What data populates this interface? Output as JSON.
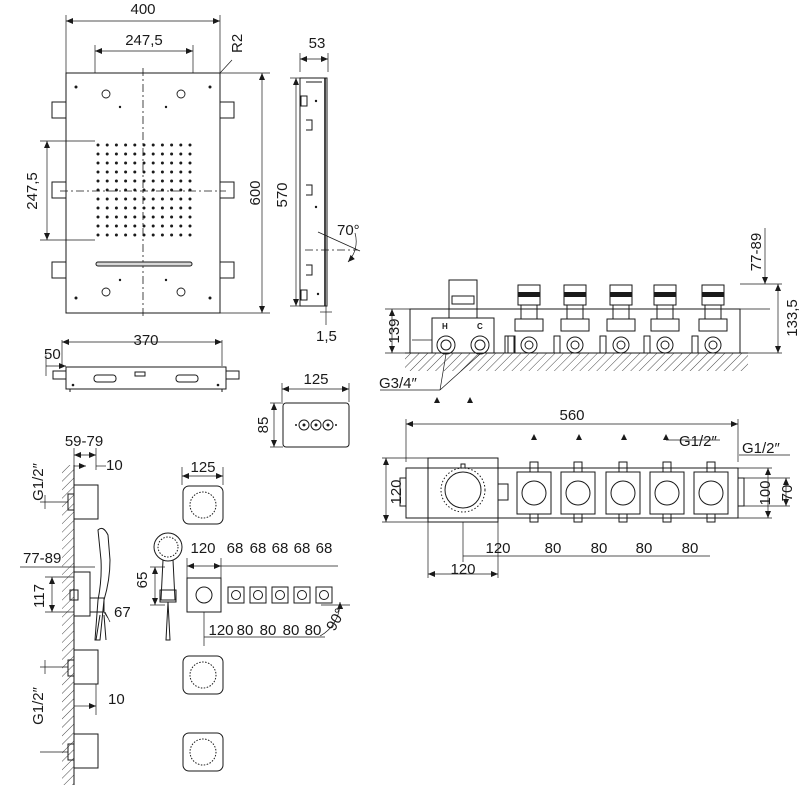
{
  "labels": {
    "panel_width": "400",
    "spray_width": "247,5",
    "corner_radius": "R2",
    "spray_height": "247,5",
    "panel_height": "600",
    "side_depth": "53",
    "side_height": "570",
    "tilt_angle": "70°",
    "side_offset": "1,5",
    "bottom_depth": "50",
    "bottom_width": "370",
    "plate_width": "125",
    "plate_height": "85",
    "valve_depth": "139",
    "outlet_depth_range": "77-89",
    "outlet_depth": "133,5",
    "inlet_thread": "G3/4″",
    "hot_label": "H",
    "cold_label": "C",
    "body_width": "560",
    "outlet_thread_1": "G1/2″",
    "outlet_thread_2": "G1/2″",
    "body_height_1": "100",
    "body_height_2": "70",
    "block_height": "120",
    "spacing_first": "120",
    "spacing_2": "80",
    "spacing_3": "80",
    "spacing_4": "80",
    "spacing_5": "80",
    "block_width": "120",
    "wall_range": "59-79",
    "wall_offset_1": "10",
    "wall_thread_1": "G1/2″",
    "wall_depth_range": "77-89",
    "holder_height": "117",
    "holder_offset": "67",
    "wall_thread_2": "G1/2″",
    "wall_offset_2": "10",
    "jet_width": "125",
    "hand_height": "65",
    "front_block": "120",
    "front_pitch_1": "68",
    "front_pitch_2": "68",
    "front_pitch_3": "68",
    "front_pitch_4": "68",
    "front_pitch_5": "68",
    "front_spacing_first": "120",
    "front_spacing_2": "80",
    "front_spacing_3": "80",
    "front_spacing_4": "80",
    "front_spacing_5": "80",
    "front_angle": "90°"
  }
}
